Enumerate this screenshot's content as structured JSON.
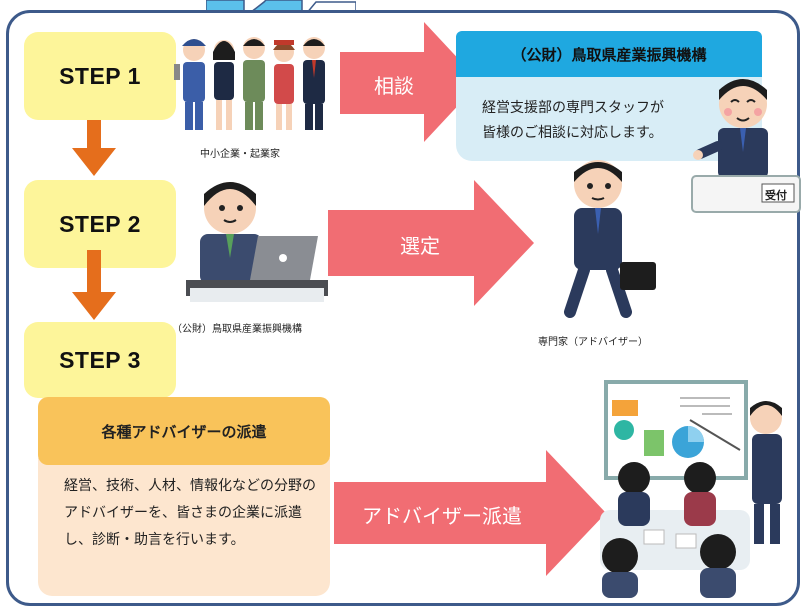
{
  "steps": [
    {
      "label": "STEP 1"
    },
    {
      "label": "STEP 2"
    },
    {
      "label": "STEP 3"
    }
  ],
  "arrows": {
    "consult": "相談",
    "select": "選定",
    "dispatch": "アドバイザー派遣"
  },
  "captions": {
    "smes": "中小企業・起業家",
    "org": "（公財）鳥取県産業振興機構",
    "expert": "専門家（アドバイザー）"
  },
  "org_box": {
    "title": "（公財）鳥取県産業振興機構",
    "lines": [
      "経営支援部の専門スタッフが",
      "皆様のご相談に対応します。"
    ],
    "desk_sign": "受付"
  },
  "advisor_box": {
    "title": "各種アドバイザーの派遣",
    "body": "経営、技術、人材、情報化などの分野のアドバイザーを、皆さまの企業に派遣し、診断・助言を行います。"
  },
  "colors": {
    "frame": "#3d5a8a",
    "step_bg": "#fdf59a",
    "big_arrow": "#f16d73",
    "down_arrow": "#e56e1c",
    "org_head": "#1fa8e0",
    "org_body": "#d8edf6",
    "adv_head": "#f9c35a",
    "adv_body": "#fde6cf"
  }
}
